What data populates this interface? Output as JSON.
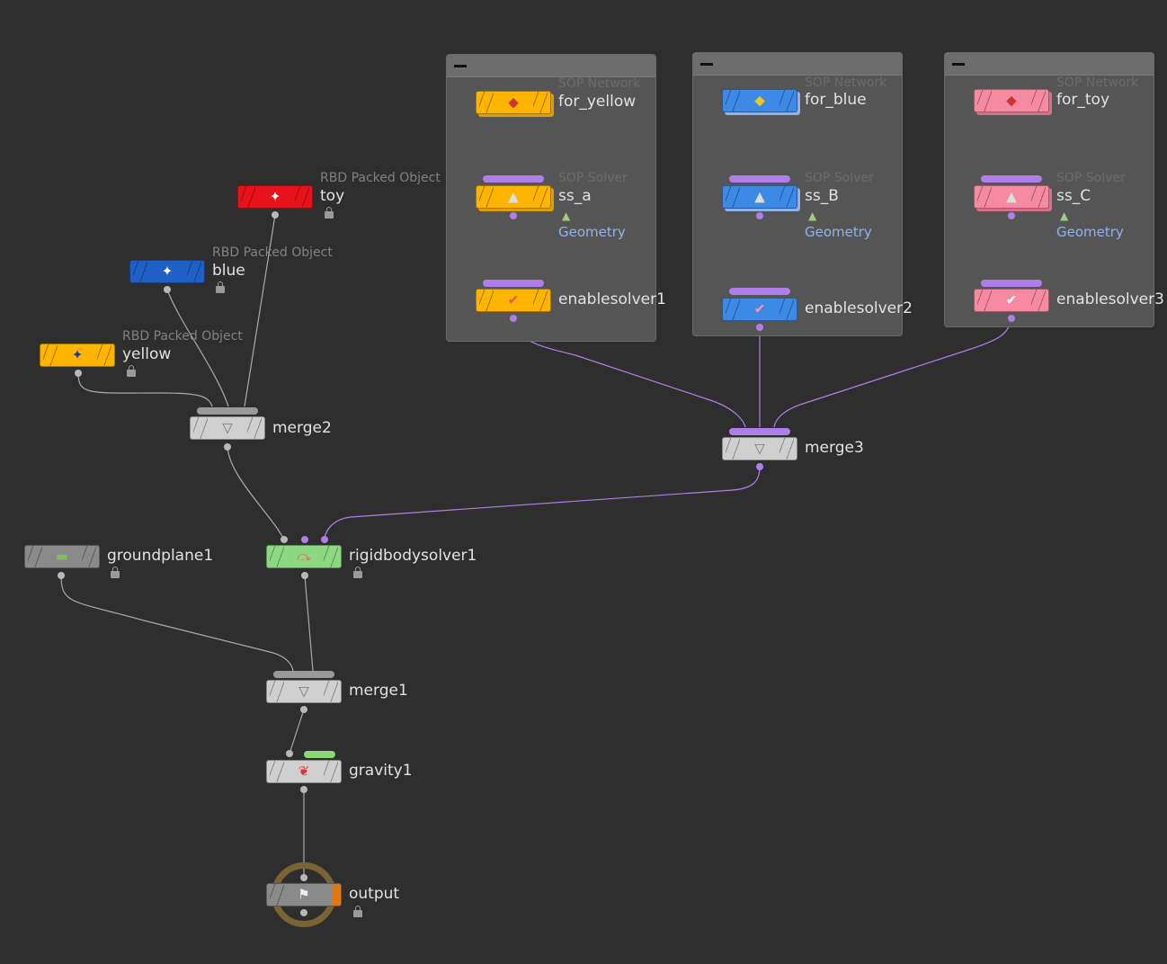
{
  "colors": {
    "background": "#2e2e2e",
    "wire_grey": "#aaaaaa",
    "wire_purple": "#b07ee8",
    "yellow": "#ffb400",
    "blue": "#3d8ae6",
    "pink": "#f58aa2",
    "red": "#e8131a",
    "dark_blue": "#1f60c7",
    "green": "#8cd883",
    "light_grey": "#cfcfcf",
    "dark_grey": "#8a8a8a"
  },
  "netboxes": {
    "for_yellow": {
      "subtitle": "SOP Network",
      "name": "for_yellow"
    },
    "for_blue": {
      "subtitle": "SOP Network",
      "name": "for_blue"
    },
    "for_toy": {
      "subtitle": "SOP Network",
      "name": "for_toy"
    }
  },
  "nodes": {
    "toy": {
      "type": "RBD Packed Object",
      "name": "toy",
      "icon": "rbd-icon"
    },
    "blue": {
      "type": "RBD Packed Object",
      "name": "blue",
      "icon": "rbd-icon"
    },
    "yellow": {
      "type": "RBD Packed Object",
      "name": "yellow",
      "icon": "rbd-icon"
    },
    "merge2": {
      "name": "merge2",
      "icon": "merge-funnel-icon"
    },
    "merge3": {
      "name": "merge3",
      "icon": "merge-funnel-icon"
    },
    "ss_a": {
      "type": "SOP Solver",
      "name": "ss_a",
      "data_label": "Geometry",
      "icon": "sop-solver-icon"
    },
    "ss_B": {
      "type": "SOP Solver",
      "name": "ss_B",
      "data_label": "Geometry",
      "icon": "sop-solver-icon"
    },
    "ss_C": {
      "type": "SOP Solver",
      "name": "ss_C",
      "data_label": "Geometry",
      "icon": "sop-solver-icon"
    },
    "enablesolver1": {
      "name": "enablesolver1",
      "icon": "enable-solver-icon"
    },
    "enablesolver2": {
      "name": "enablesolver2",
      "icon": "enable-solver-icon"
    },
    "enablesolver3": {
      "name": "enablesolver3",
      "icon": "enable-solver-icon"
    },
    "groundplane1": {
      "name": "groundplane1",
      "icon": "groundplane-icon"
    },
    "rigidbodysolver1": {
      "name": "rigidbodysolver1",
      "icon": "rigidbody-solver-icon"
    },
    "merge1": {
      "name": "merge1",
      "icon": "merge-funnel-icon"
    },
    "gravity1": {
      "name": "gravity1",
      "icon": "gravity-icon"
    },
    "output": {
      "name": "output",
      "icon": "output-flag-icon"
    }
  }
}
